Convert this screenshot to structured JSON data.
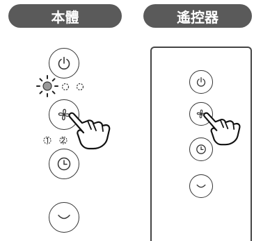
{
  "headers": {
    "left": "本體",
    "right": "遙控器"
  },
  "colors": {
    "header_bg": "#5a5a5a",
    "header_text": "#ffffff",
    "stroke": "#333333",
    "indicator_active": "#9a9a9a"
  },
  "icons": {
    "power": "power-icon",
    "fan": "fan-icon",
    "timer": "clock-icon",
    "sleep": "sleep-smile-icon",
    "hand": "pointing-hand-icon",
    "speed": "speed-level-icon"
  },
  "panel_buttons": [
    "power",
    "fan",
    "timer",
    "sleep"
  ],
  "remote_buttons": [
    "power",
    "fan",
    "timer",
    "sleep"
  ]
}
